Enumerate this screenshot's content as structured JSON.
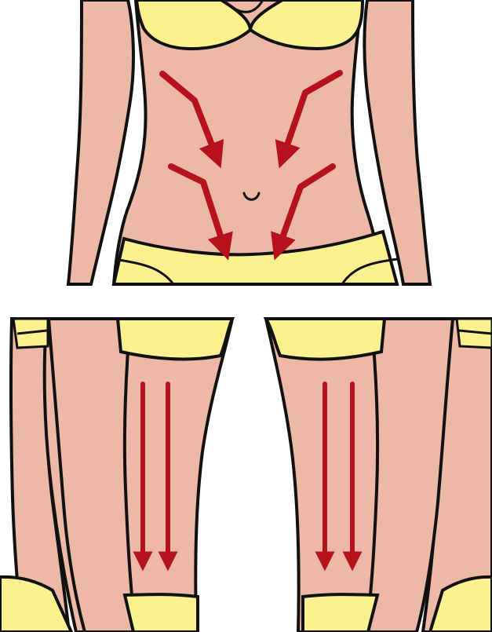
{
  "colors": {
    "skin": "#eeb8a6",
    "bikini": "#fbf28f",
    "outline": "#111111",
    "arrow": "#b5121b",
    "background": "#ffffff"
  },
  "panels": [
    {
      "name": "abdomen-view",
      "arrow_count": 4,
      "arrow_directions": [
        "down-right",
        "down-left",
        "down-right",
        "down-left"
      ]
    },
    {
      "name": "left-thigh-view",
      "arrow_count": 2,
      "arrow_directions": [
        "down",
        "down"
      ]
    },
    {
      "name": "right-thigh-view",
      "arrow_count": 2,
      "arrow_directions": [
        "down",
        "down"
      ]
    }
  ],
  "icons": [
    "navel-icon"
  ]
}
